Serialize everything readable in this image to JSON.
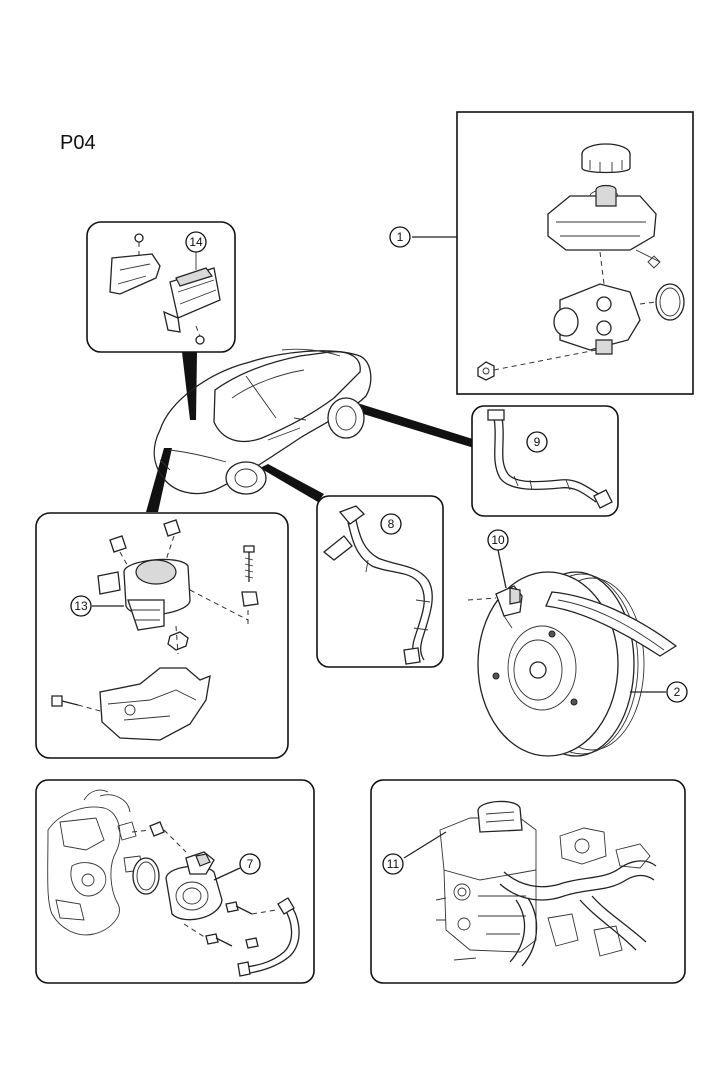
{
  "page": {
    "code": "P04"
  },
  "callouts": {
    "c1": "1",
    "c2": "2",
    "c7": "7",
    "c8": "8",
    "c9": "9",
    "c10": "10",
    "c11": "11",
    "c13": "13",
    "c14": "14"
  }
}
